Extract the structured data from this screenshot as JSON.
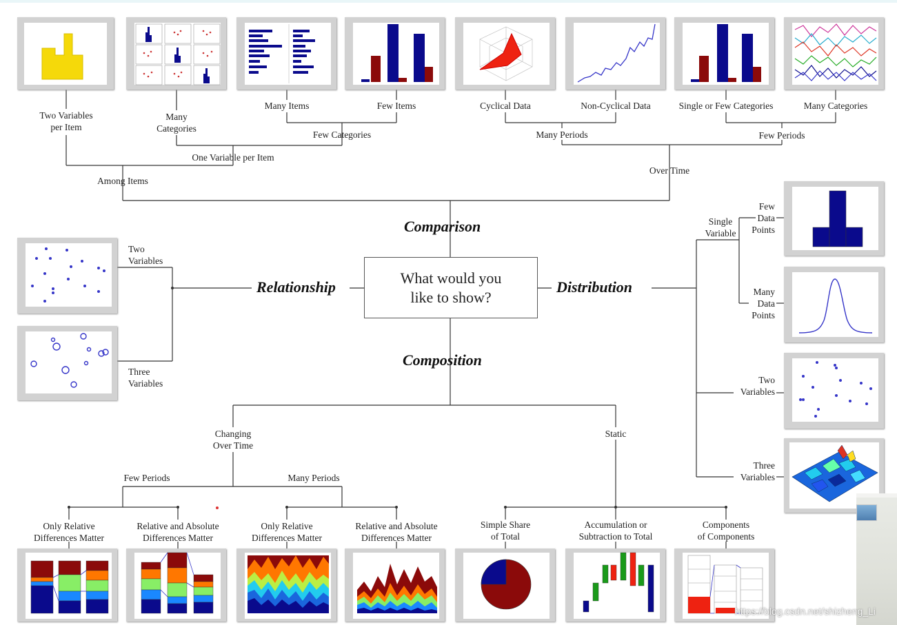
{
  "center": {
    "question": "What would you\nlike to show?"
  },
  "headings": {
    "comparison": "Comparison",
    "relationship": "Relationship",
    "distribution": "Distribution",
    "composition": "Composition"
  },
  "comparison": {
    "among_items": "Among Items",
    "over_time": "Over Time",
    "two_variables_per_item": "Two Variables\nper Item",
    "one_variable_per_item": "One Variable per Item",
    "many_categories": "Many\nCategories",
    "few_categories": "Few Categories",
    "many_items": "Many Items",
    "few_items": "Few Items",
    "many_periods": "Many Periods",
    "few_periods": "Few Periods",
    "cyclical_data": "Cyclical Data",
    "non_cyclical_data": "Non-Cyclical Data",
    "single_or_few_categories": "Single or Few Categories",
    "many_categories_time": "Many Categories"
  },
  "relationship": {
    "two_variables": "Two\nVariables",
    "three_variables": "Three\nVariables"
  },
  "distribution": {
    "single_variable": "Single\nVariable",
    "few_data_points": "Few\nData\nPoints",
    "many_data_points": "Many\nData\nPoints",
    "two_variables": "Two\nVariables",
    "three_variables": "Three\nVariables"
  },
  "composition": {
    "changing_over_time": "Changing\nOver Time",
    "static": "Static",
    "few_periods": "Few Periods",
    "many_periods": "Many Periods",
    "only_relative_1": "Only Relative\nDifferences Matter",
    "relative_absolute_1": "Relative and Absolute\nDifferences Matter",
    "only_relative_2": "Only Relative\nDifferences Matter",
    "relative_absolute_2": "Relative and Absolute\nDifferences Matter",
    "simple_share": "Simple Share\nof Total",
    "accumulation": "Accumulation or\nSubtraction to Total",
    "components": "Components\nof Components"
  },
  "watermark": "https://blog.csdn.net/shizheng_Li",
  "colors": {
    "navy": "#0a0a8c",
    "maroon": "#8b0a0a",
    "yellow": "#f5d90a",
    "red": "#ee2211",
    "blue_line": "#3535c8",
    "thumb_frame": "#d2d2d2",
    "green": "#1a9a1a"
  }
}
